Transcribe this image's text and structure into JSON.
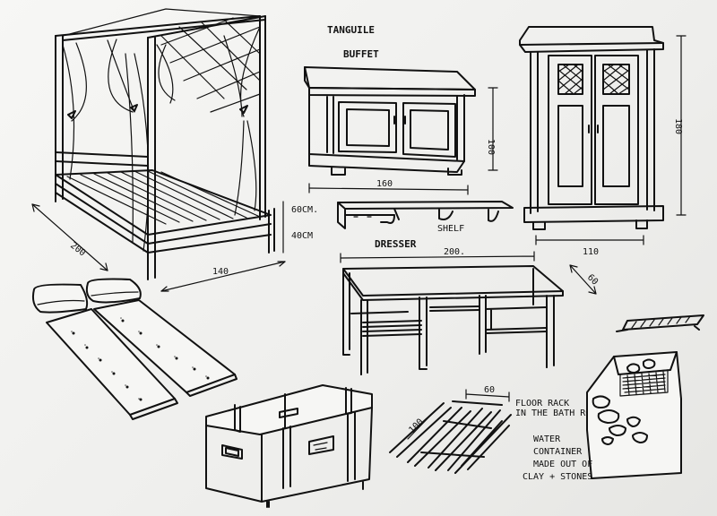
{
  "labels": {
    "tanguile": "TANGUILE",
    "buffet": "BUFFET",
    "dim_buffet_width": "160",
    "dim_buffet_height": "100",
    "shelf": "SHELF",
    "dim_wardrobe_height": "180",
    "dim_wardrobe_width": "110",
    "dresser": "DRESSER",
    "dim_dresser_width": "200.",
    "dim_dresser_depth": "60",
    "dim_bed_60": "60CM.",
    "dim_bed_40": "40CM",
    "dim_bed_length": "200",
    "dim_bed_width": "140",
    "dim_rack_60": "60",
    "dim_rack_100": "100",
    "floor_rack_1": "FLOOR RACK",
    "floor_rack_2": "IN THE BATH ROOM",
    "water_1": "WATER",
    "water_2": "CONTAINER",
    "water_3": "MADE OUT OF",
    "water_4": "CLAY + STONES"
  }
}
